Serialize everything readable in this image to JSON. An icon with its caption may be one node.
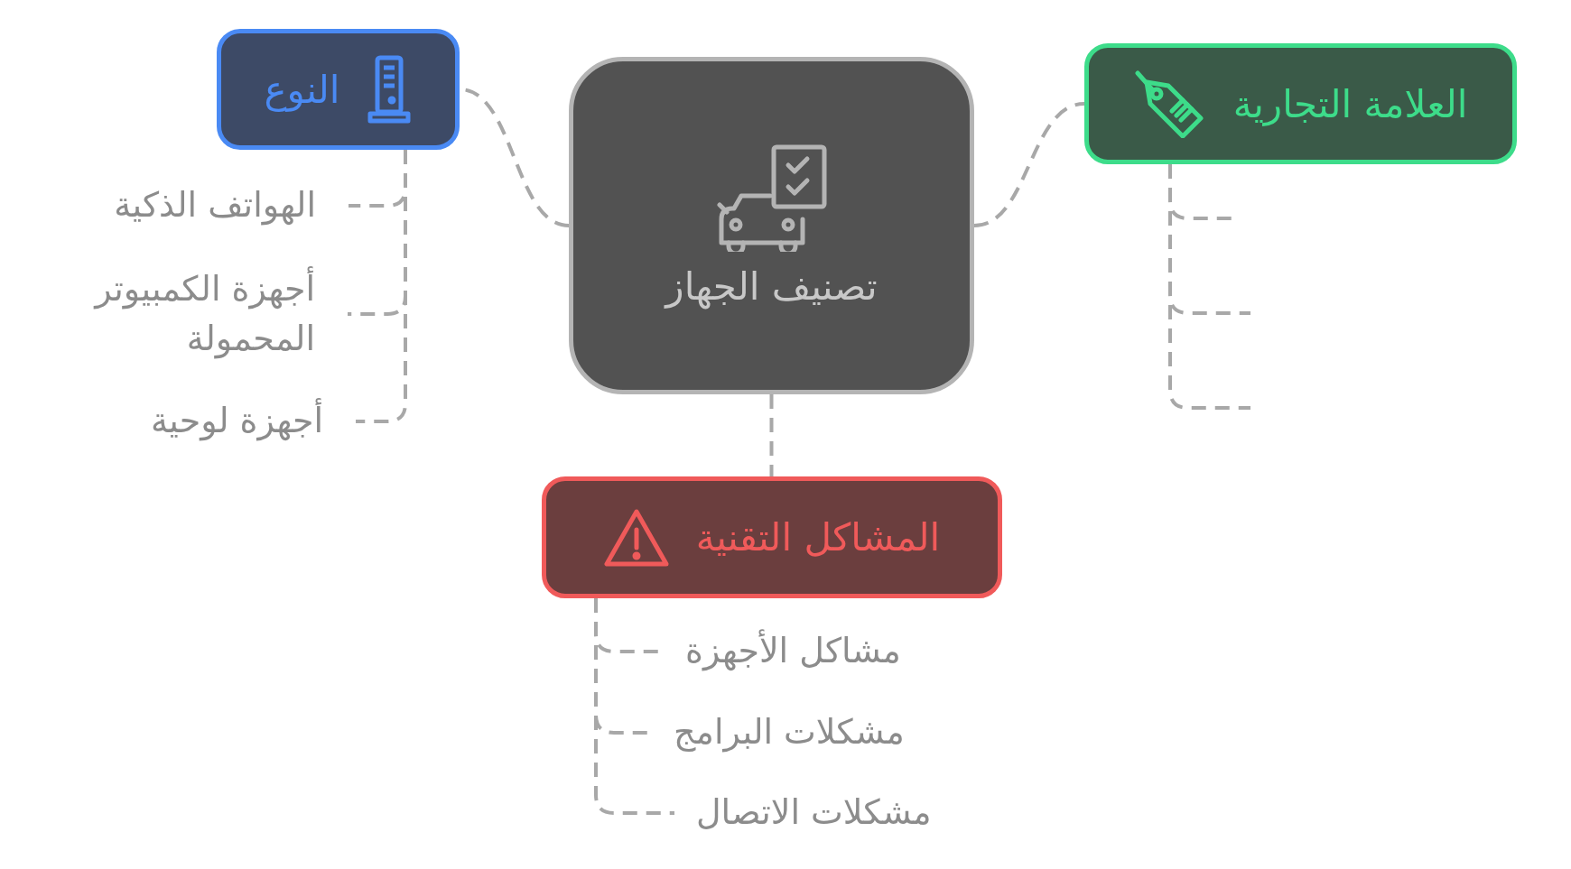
{
  "diagram": {
    "nodes": [
      {
        "text": [
          "تصنيف الجهاز"
        ]
      },
      {
        "text": [
          "النوع"
        ]
      },
      {
        "text": [
          "العلامة التجارية"
        ]
      },
      {
        "text": [
          "المشاكل التقنية"
        ]
      },
      {
        "text": [
          "الهواتف الذكية"
        ]
      },
      {
        "text": [
          "أجهزة الكمبيوتر المحمولة"
        ]
      },
      {
        "text": [
          "أجهزة لوحية"
        ]
      },
      {
        "text": [
          "مشاكل الأجهزة"
        ]
      },
      {
        "text": [
          "مشكلات البرامج"
        ]
      },
      {
        "text": [
          "مشكلات الاتصال"
        ]
      }
    ],
    "edges": [
      {
        "from": 0,
        "to": 1,
        "arrow": "none",
        "style": "dashed"
      },
      {
        "from": 0,
        "to": 2,
        "arrow": "none",
        "style": "dashed"
      },
      {
        "from": 0,
        "to": 3,
        "arrow": "none",
        "style": "dashed"
      },
      {
        "from": 1,
        "to": 4,
        "arrow": "none",
        "style": "dashed"
      },
      {
        "from": 1,
        "to": 5,
        "arrow": "none",
        "style": "dashed"
      },
      {
        "from": 1,
        "to": 6,
        "arrow": "none",
        "style": "dashed"
      },
      {
        "from": 2,
        "to": null,
        "arrow": "none",
        "style": "dashed"
      },
      {
        "from": 2,
        "to": null,
        "arrow": "none",
        "style": "dashed"
      },
      {
        "from": 2,
        "to": null,
        "arrow": "none",
        "style": "dashed"
      },
      {
        "from": 3,
        "to": 7,
        "arrow": "none",
        "style": "dashed"
      },
      {
        "from": 3,
        "to": 8,
        "arrow": "none",
        "style": "dashed"
      },
      {
        "from": 3,
        "to": 9,
        "arrow": "none",
        "style": "dashed"
      }
    ]
  }
}
